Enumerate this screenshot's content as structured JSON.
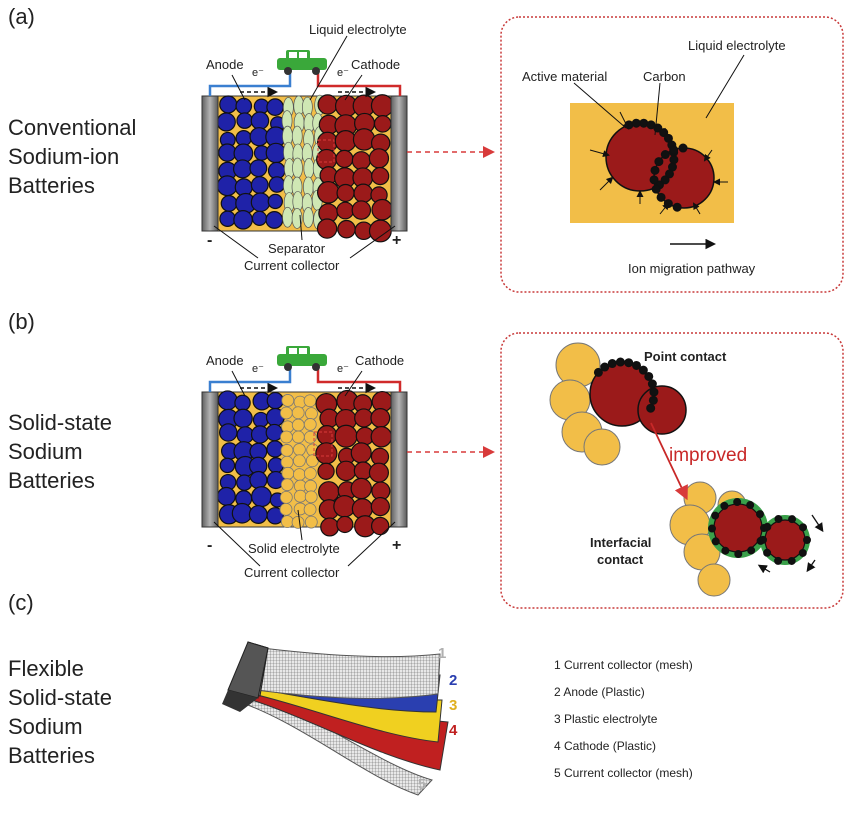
{
  "panels": {
    "a": {
      "letter": "(a)",
      "title": [
        "Conventional",
        "Sodium-ion",
        "Batteries"
      ],
      "labels": {
        "anode": "Anode",
        "cathode": "Cathode",
        "liquid_electrolyte": "Liquid electrolyte",
        "electron_left": "e⁻",
        "electron_right": "e⁻",
        "separator": "Separator",
        "current_collector": "Current collector",
        "minus": "-",
        "plus": "+"
      },
      "zoom": {
        "liquid_electrolyte": "Liquid electrolyte",
        "active_material": "Active material",
        "carbon": "Carbon",
        "ion_path": "Ion migration pathway"
      }
    },
    "b": {
      "letter": "(b)",
      "title": [
        "Solid-state",
        "Sodium",
        "Batteries"
      ],
      "labels": {
        "anode": "Anode",
        "cathode": "Cathode",
        "electron_left": "e⁻",
        "electron_right": "e⁻",
        "solid_electrolyte": "Solid electrolyte",
        "current_collector": "Current collector",
        "minus": "-",
        "plus": "+"
      },
      "zoom": {
        "point_contact": "Point contact",
        "improved": "improved",
        "interfacial_contact_1": "Interfacial",
        "interfacial_contact_2": "contact"
      }
    },
    "c": {
      "letter": "(c)",
      "title": [
        "Flexible",
        "Solid-state",
        "Sodium",
        "Batteries"
      ],
      "layer_numbers": [
        "1",
        "2",
        "3",
        "4",
        "5"
      ],
      "legend": [
        "1 Current  collector (mesh)",
        "2 Anode  (Plastic)",
        "3 Plastic electrolyte",
        "4 Cathode  (Plastic)",
        "5 Current  collector (mesh)"
      ]
    }
  },
  "colors": {
    "anode": "#1f22a8",
    "cathode": "#9b1a1a",
    "electrolyte_yellow": "#f2be48",
    "separator_green": "#cfe7b4",
    "collector_gray": "#808080",
    "wire_blue": "#3a7fd0",
    "wire_red": "#d02a2a",
    "car_green": "#3aa83a",
    "dashed_red": "#d83a3a",
    "improved_red": "#c82828",
    "zoom_green": "#3aa04a",
    "layer_blue": "#2a3fb0",
    "layer_yellow": "#f0d020",
    "layer_red": "#c02020"
  },
  "icons": [
    "car-icon",
    "arrow-right-icon"
  ]
}
